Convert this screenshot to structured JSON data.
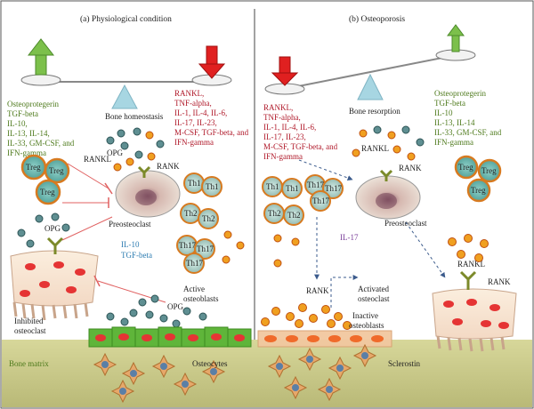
{
  "panel_a": {
    "title": "(a) Physiological condition",
    "scale_label": "Bone homeostasis",
    "anti_list": [
      "Osteoprotegerin",
      "TGF-beta",
      "IL-10,",
      "IL-13, IL-14,",
      "IL-33, GM-CSF, and",
      "IFN-gamma"
    ],
    "pro_list": [
      "RANKL,",
      "TNF-alpha,",
      "IL-1, IL-4, IL-6,",
      "IL-17, IL-23,",
      "M-CSF, TGF-beta, and",
      "IFN-gamma"
    ],
    "rankl": "RANKL",
    "opg_top": "OPG",
    "rank": "RANK",
    "preosteoclast": "Preosteoclast",
    "opg_left": "OPG",
    "il10": "IL-10",
    "tgfb": "TGF-beta",
    "inhibited": [
      "Inhibited",
      "osteoclast"
    ],
    "opg_bottom": "OPG",
    "active": [
      "Active",
      "osteoblasts"
    ],
    "osteocytes": "Osteocytes",
    "bone_matrix": "Bone matrix",
    "treg": "Treg",
    "th1": "Th1",
    "th2": "Th2",
    "th17": "Th17"
  },
  "panel_b": {
    "title": "(b) Osteoporosis",
    "scale_label": "Bone resorption",
    "pro_list": [
      "RANKL,",
      "TNF-alpha,",
      "IL-1, IL-4, IL-6,",
      "IL-17, IL-23,",
      "M-CSF, TGF-beta, and",
      "IFN-gamma"
    ],
    "anti_list": [
      "Osteoprotegerin",
      "TGF-beta",
      "IL-10",
      "IL-13, IL-14",
      "IL-33, GM-CSF, and",
      "IFN-gamma"
    ],
    "rankl": "RANKL",
    "rank": "RANK",
    "preosteoclast": "Preosteoclast",
    "il17": "IL-17",
    "rank_mid": "RANK",
    "activated": [
      "Activated",
      "osteoclast"
    ],
    "rankl_right": "RANKL",
    "rank_right": "RANK",
    "inactive": [
      "Inactive",
      "osteoblasts"
    ],
    "sclerostin": "Sclerostin",
    "treg": "Treg",
    "th1": "Th1",
    "th2": "Th2",
    "th17": "Th17"
  },
  "colors": {
    "green_text": "#4e7a1c",
    "red_text": "#b0192a",
    "blue_text": "#2a7ab0",
    "bone": "#c9c98a",
    "osteoblast": "#5fb53a",
    "opg_dot": "#5f8f92",
    "rankl_dot": "#f0a020"
  }
}
